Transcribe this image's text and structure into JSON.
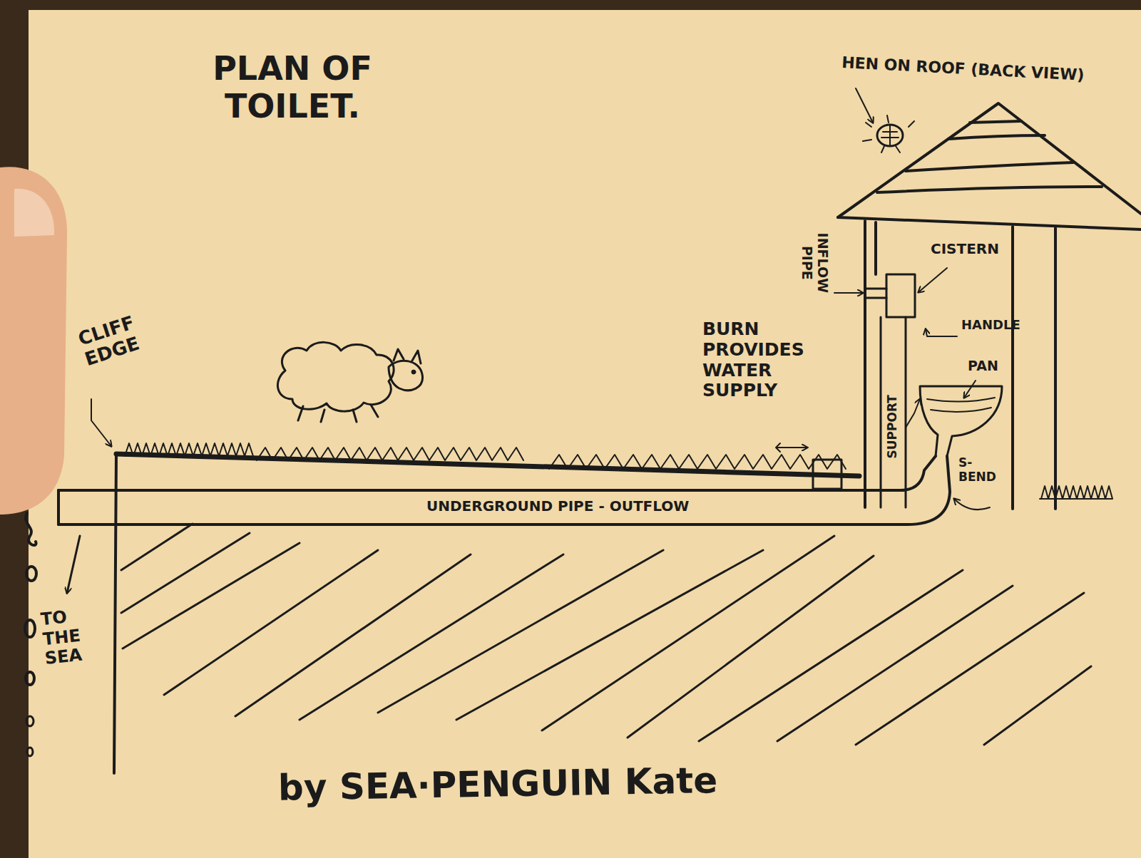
{
  "diagram": {
    "title": "PLAN OF TOILET.",
    "caption": "by SEA·PENGUIN Kate",
    "labels": [
      "HEN ON ROOF (BACK VIEW)",
      "INFLOW PIPE",
      "CISTERN",
      "HANDLE",
      "CLIFF EDGE",
      "BURN PROVIDES WATER SUPPLY",
      "PAN",
      "SUPPORT",
      "S-BEND",
      "UNDERGROUND PIPE - OUTFLOW",
      "TO THE SEA"
    ]
  }
}
